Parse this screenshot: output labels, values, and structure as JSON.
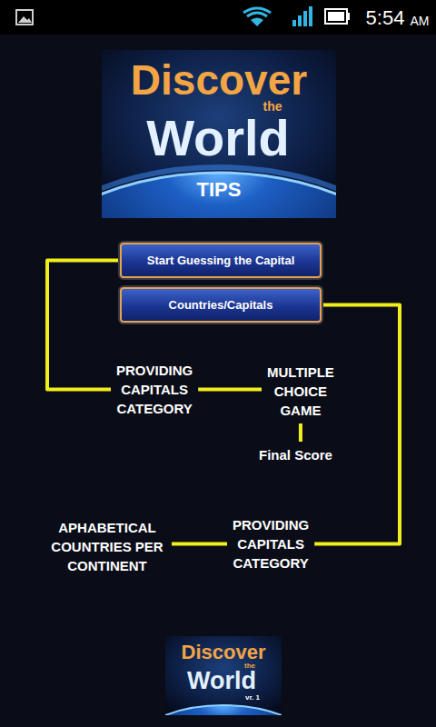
{
  "diagram": {
    "nodes": [
      {
        "text": [
          "Start Guessing the Capital"
        ]
      },
      {
        "text": [
          "Countries/Capitals"
        ]
      },
      {
        "text": [
          "PROVIDING CAPITALS CATEGORY"
        ]
      },
      {
        "text": [
          "MULTIPLE CHOICE GAME"
        ]
      },
      {
        "text": [
          "Final Score"
        ]
      },
      {
        "text": [
          "APHABETICAL COUNTRIES PER CONTINENT"
        ]
      },
      {
        "text": [
          "PROVIDING CAPITALS CATEGORY"
        ]
      }
    ],
    "edges": [
      {
        "from": 0,
        "to": 2,
        "arrow": "none"
      },
      {
        "from": 2,
        "to": 3,
        "arrow": "none"
      },
      {
        "from": 3,
        "to": 4,
        "arrow": "none"
      },
      {
        "from": 1,
        "to": 6,
        "arrow": "none"
      },
      {
        "from": 6,
        "to": 5,
        "arrow": "none"
      }
    ],
    "labels": [
      "5:54",
      "AM",
      "Discover",
      "the",
      "World",
      "TIPS",
      "Discover",
      "the",
      "World",
      "vr. 1"
    ]
  }
}
